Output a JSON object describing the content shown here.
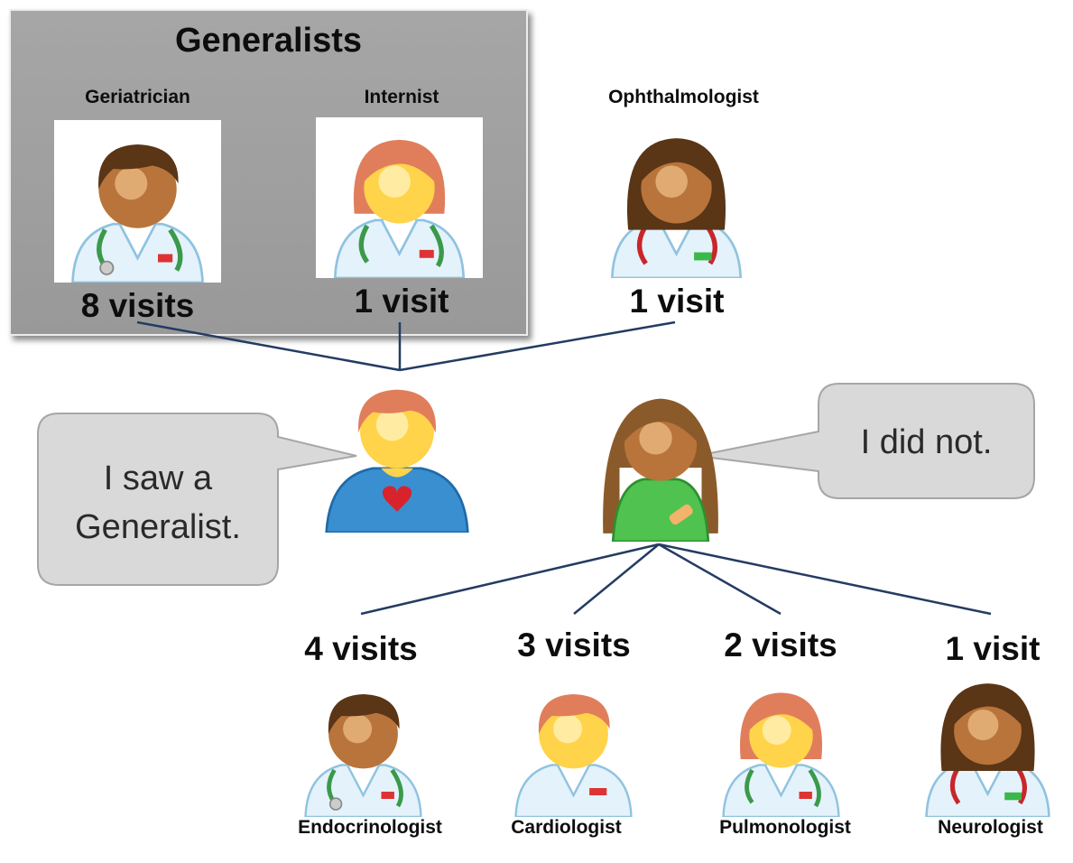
{
  "generalists_group": {
    "title": "Generalists"
  },
  "doctors": {
    "geriatrician": {
      "role": "Geriatrician",
      "visits": "8 visits"
    },
    "internist": {
      "role": "Internist",
      "visits": "1 visit"
    },
    "ophthalmologist": {
      "role": "Ophthalmologist",
      "visits": "1 visit"
    },
    "endocrinologist": {
      "role": "Endocrinologist",
      "visits": "4 visits"
    },
    "cardiologist": {
      "role": "Cardiologist",
      "visits": "3 visits"
    },
    "pulmonologist": {
      "role": "Pulmonologist",
      "visits": "2 visits"
    },
    "neurologist": {
      "role": "Neurologist",
      "visits": "1 visit"
    }
  },
  "patients": {
    "generalist_patient": {
      "speech": [
        "I saw a",
        "Generalist."
      ]
    },
    "specialist_patient": {
      "speech": "I did not."
    }
  },
  "colors": {
    "connector": "#243b63",
    "group_box": "#a0a0a0",
    "bubble_fill": "#d9d9d9",
    "coat": "#e4f2fb",
    "skin": "#c97f3c",
    "skin_light": "#ffd34a"
  }
}
